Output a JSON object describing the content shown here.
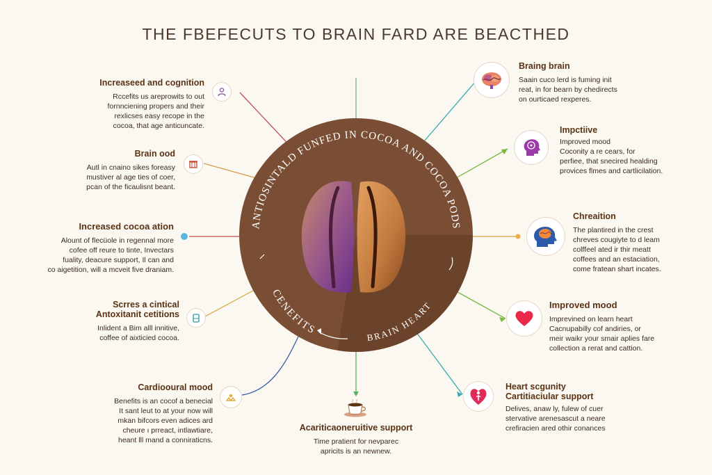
{
  "title": "THE FBEFECUTS TO BRAIN FARD ARE BEACTHED",
  "circle": {
    "arc_top": "ANTIOSINTALD FUNFED IN COCOA AND COCOA PODS",
    "arc_left": "CENEFITS",
    "arc_right": "BRAIN HEART"
  },
  "left_items": [
    {
      "heading": "Increaseed and cognition",
      "lines": [
        "Rccefits us areprowits to out",
        "fornnciening propers and their",
        "rexlicses easy recope in the",
        "cocoa, that age anticuncate."
      ],
      "icon": "person-icon"
    },
    {
      "heading": "Brain ood",
      "lines": [
        "Autl in cnaino sikes foreasy",
        "mustiver al age ties of coer,",
        "pcan of the ficaulisnt beant."
      ],
      "icon": "building-icon"
    },
    {
      "heading": "Increased cocoa ation",
      "lines": [
        "Alount of flecüole in regennal more",
        "cofee off reure to tinte, Invectars",
        "fuality, deacure  support, Il can and",
        "co aigetition, will a mcveit five draniam."
      ],
      "icon": "dot-icon"
    },
    {
      "heading": "Scrres a cintical",
      "heading2": "Antoxitanit cetitions",
      "lines": [
        "Inlident a Bim alll innitive,",
        "coffee of aixticied cocoa."
      ],
      "icon": "flask-icon"
    },
    {
      "heading": "Cardiooural mood",
      "lines": [
        "Benefits is an cocof a benecial",
        "It sant leut to at your now will",
        "mkan bifcors even adices ard",
        "cheure ı prreact, intlawtiare,",
        "heant lll mand a conniraticns."
      ],
      "icon": "scale-icon"
    }
  ],
  "right_items": [
    {
      "heading": "Braing brain",
      "lines": [
        "Saain cuco lerd is fuming  init",
        "reat, in for bearn by chedirects",
        "on ourticaed rexperes."
      ],
      "icon": "brain-icon"
    },
    {
      "heading": "Impctiive",
      "heading2": "Improved mood",
      "lines": [
        "Coconity a re cears, for",
        "perfiee, that snecired healding",
        "provices flmes and cartlicilation."
      ],
      "icon": "head-brain-icon"
    },
    {
      "heading": "Chreaition",
      "lines": [
        "The plantired in the crest",
        "chreves cougiyte to d leam",
        "colffeel ated ir thir meatt",
        "coffees and an estaciation,",
        "come fratean shart incates."
      ],
      "icon": "profile-brain-icon"
    },
    {
      "heading": "Improved mood",
      "lines": [
        "Imprevined on learn heart",
        "Cacnupabilly cof andiries, or",
        "meir waikr your smair aplies fare",
        "collection a rerat and cattion."
      ],
      "icon": "heart-icon"
    },
    {
      "heading": "Heart scgunity",
      "heading2": "Cartitiaciular support",
      "lines": [
        "Delives, anaw ly, fulew of cuer",
        "stervative arenesascut a neare",
        "crefiracien ared othir conances"
      ],
      "icon": "heart-person-icon"
    }
  ],
  "bottom_item": {
    "heading": "Acariticaoneruitive support",
    "lines": [
      "Time pratient for nevparec",
      "apricits is an newnew."
    ],
    "icon": "coffee-cup-icon"
  },
  "colors": {
    "circle": "#7a4e34",
    "circle_dark": "#5e3a25",
    "text_brown": "#5a3214",
    "bean_left": "#9b5a8a",
    "bean_right": "#d38a4a"
  }
}
